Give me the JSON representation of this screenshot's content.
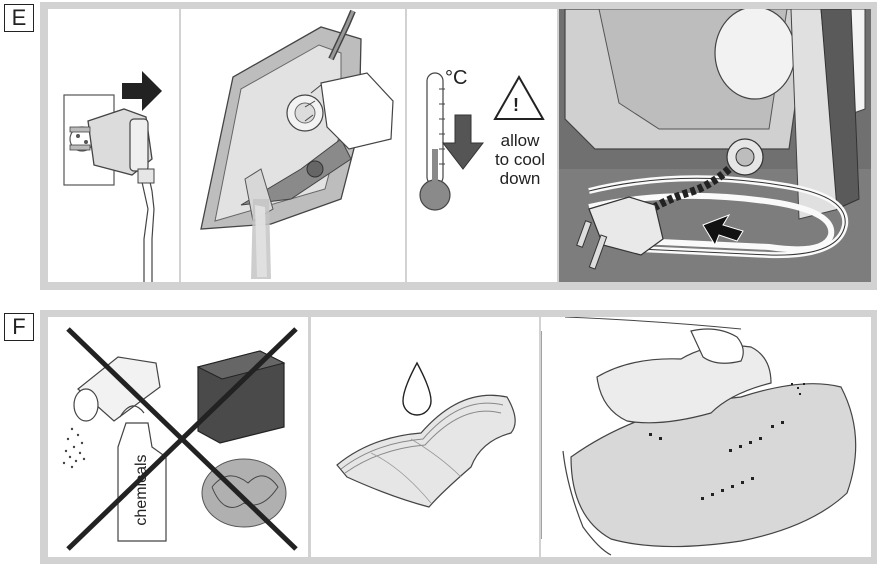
{
  "sections": {
    "e": {
      "label": "E"
    },
    "f": {
      "label": "F"
    }
  },
  "temperature": {
    "unit": "°C",
    "warning_symbol": "!"
  },
  "cool_text": {
    "line1": "allow",
    "line2": "to cool",
    "line3": "down"
  },
  "chemicals": {
    "bottle_label": "chemicals"
  },
  "colors": {
    "strip_gray": "#d2d2d2",
    "dark_gray": "#6e6e6e",
    "mid_gray": "#9a9a9a",
    "light_gray": "#c8c8c8",
    "black": "#222222"
  },
  "icons": [
    "wall-socket-icon",
    "unplug-arrow-icon",
    "iron-unplug-icon",
    "thermometer-icon",
    "down-arrow-icon",
    "warning-triangle-icon",
    "cord-storage-icon",
    "scouring-powder-icon",
    "abrasive-sponge-icon",
    "steel-wool-icon",
    "chemicals-bottle-icon",
    "prohibited-cross-icon",
    "water-drop-icon",
    "damp-cloth-icon",
    "wipe-soleplate-icon"
  ]
}
